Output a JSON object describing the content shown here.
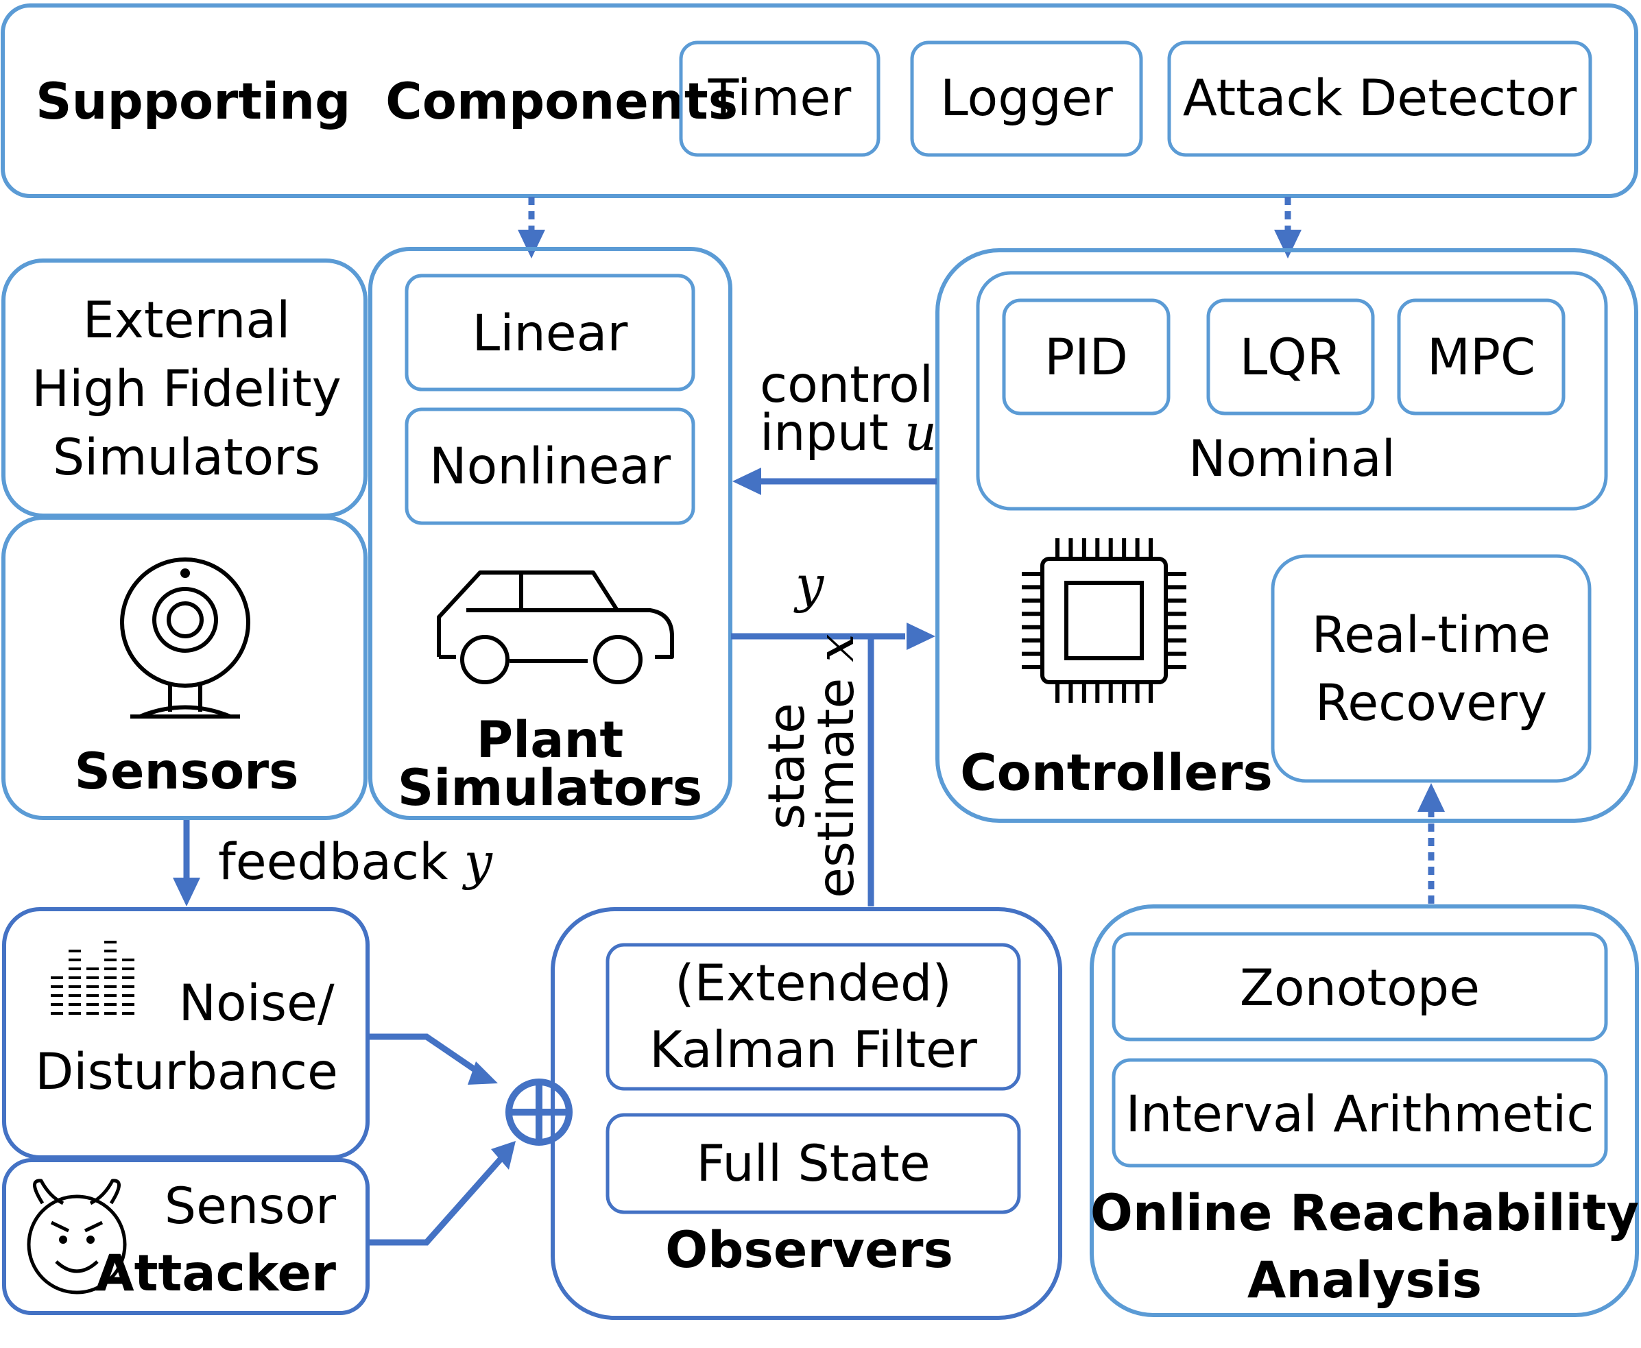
{
  "colors": {
    "border_light": "#5b9bd5",
    "border_dark": "#4472c4",
    "arrow": "#4472c4",
    "text": "#000000",
    "background": "#ffffff"
  },
  "supporting": {
    "title": "Supporting  Components",
    "timer": "Timer",
    "logger": "Logger",
    "attack_detector": "Attack Detector"
  },
  "external": {
    "line1": "External",
    "line2": "High Fidelity",
    "line3": "Simulators"
  },
  "sensors": {
    "label": "Sensors",
    "icon": "webcam-icon"
  },
  "plant": {
    "linear": "Linear",
    "nonlinear": "Nonlinear",
    "label_line1": "Plant",
    "label_line2": "Simulators",
    "icon": "car-icon"
  },
  "arrows": {
    "control_line1": "control",
    "control_line2": "input ",
    "control_var": "u",
    "y_var": "y",
    "state_line1": "state",
    "state_line2": "estimate ",
    "state_var": "x",
    "feedback_text": "feedback ",
    "feedback_var": "y"
  },
  "controllers": {
    "pid": "PID",
    "lqr": "LQR",
    "mpc": "MPC",
    "nominal": "Nominal",
    "recovery_line1": "Real-time",
    "recovery_line2": "Recovery",
    "label": "Controllers",
    "icon": "chip-icon"
  },
  "noise": {
    "line1": "Noise/",
    "line2": "Disturbance",
    "icon": "equalizer-icon"
  },
  "attacker": {
    "line1": "Sensor",
    "line2": "Attacker",
    "icon": "devil-face-icon"
  },
  "observers": {
    "ekf_line1": "(Extended)",
    "ekf_line2": "Kalman Filter",
    "full_state": "Full State",
    "label": "Observers"
  },
  "reachability": {
    "zonotope": "Zonotope",
    "interval": "Interval Arithmetic",
    "label_line1": "Online Reachability",
    "label_line2": "Analysis"
  },
  "sum_node": {
    "icon": "sum-junction-icon"
  }
}
